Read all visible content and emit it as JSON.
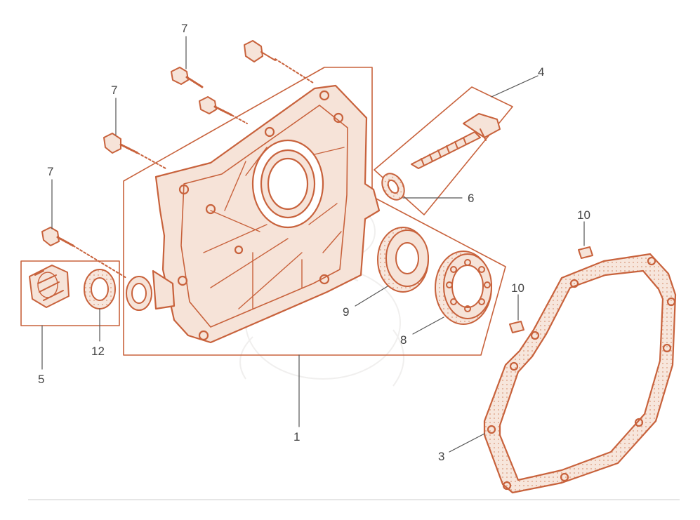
{
  "diagram": {
    "line_color": "#c8623c",
    "fill_color": "#f6e3d8",
    "label_color": "#444444",
    "callouts": [
      {
        "id": "c1",
        "text": "1"
      },
      {
        "id": "c3",
        "text": "3"
      },
      {
        "id": "c4",
        "text": "4"
      },
      {
        "id": "c5",
        "text": "5"
      },
      {
        "id": "c6",
        "text": "6"
      },
      {
        "id": "c7a",
        "text": "7"
      },
      {
        "id": "c7b",
        "text": "7"
      },
      {
        "id": "c7c",
        "text": "7"
      },
      {
        "id": "c8",
        "text": "8"
      },
      {
        "id": "c9",
        "text": "9"
      },
      {
        "id": "c10a",
        "text": "10"
      },
      {
        "id": "c10b",
        "text": "10"
      },
      {
        "id": "c12",
        "text": "12"
      }
    ]
  }
}
